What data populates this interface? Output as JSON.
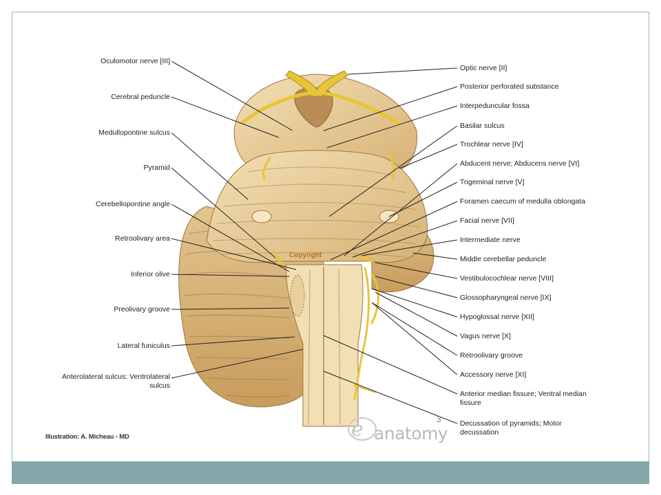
{
  "left_labels": [
    "Oculomotor nerve [III]",
    "Cerebral peduncle",
    "Medullopontine sulcus",
    "Pyramid",
    "Cerebellopontine angle",
    "Retroolivary area",
    "Inferior olive",
    "Preolivary groove",
    "Lateral funiculus",
    "Anterolateral sulcus; Ventrolateral sulcus"
  ],
  "right_labels": [
    "Optic nerve [II]",
    "Posterior perforated substance",
    "Interpeduncular fossa",
    "Basilar sulcus",
    "Trochlear nerve [IV]",
    "Abducent nerve; Abducens nerve [VI]",
    "Trigeminal nerve [V]",
    "Foramen caecum of medulla oblongata",
    "Facial nerve [VII]",
    "Intermediate nerve",
    "Middle cerebellar peduncle",
    "Vestibulocochlear nerve [VIII]",
    "Glossopharyngeal nerve [IX]",
    "Hypoglossal nerve [XII]",
    "Vagus nerve [X]",
    "Retroolivary groove",
    "Accessory nerve [XI]",
    "Anterior median fissure; Ventral median fissure",
    "Decussation of pyramids; Motor decussation"
  ],
  "credit": "Illustration: A. Micheau - MD",
  "brand": "anatomy",
  "slide_number": "3",
  "overlay_text": "Copyright",
  "colors": {
    "footer": "#84a8aa",
    "frame": "#9ab3b8",
    "tissue": "#e9cf9a",
    "nerve": "#e8c437"
  }
}
